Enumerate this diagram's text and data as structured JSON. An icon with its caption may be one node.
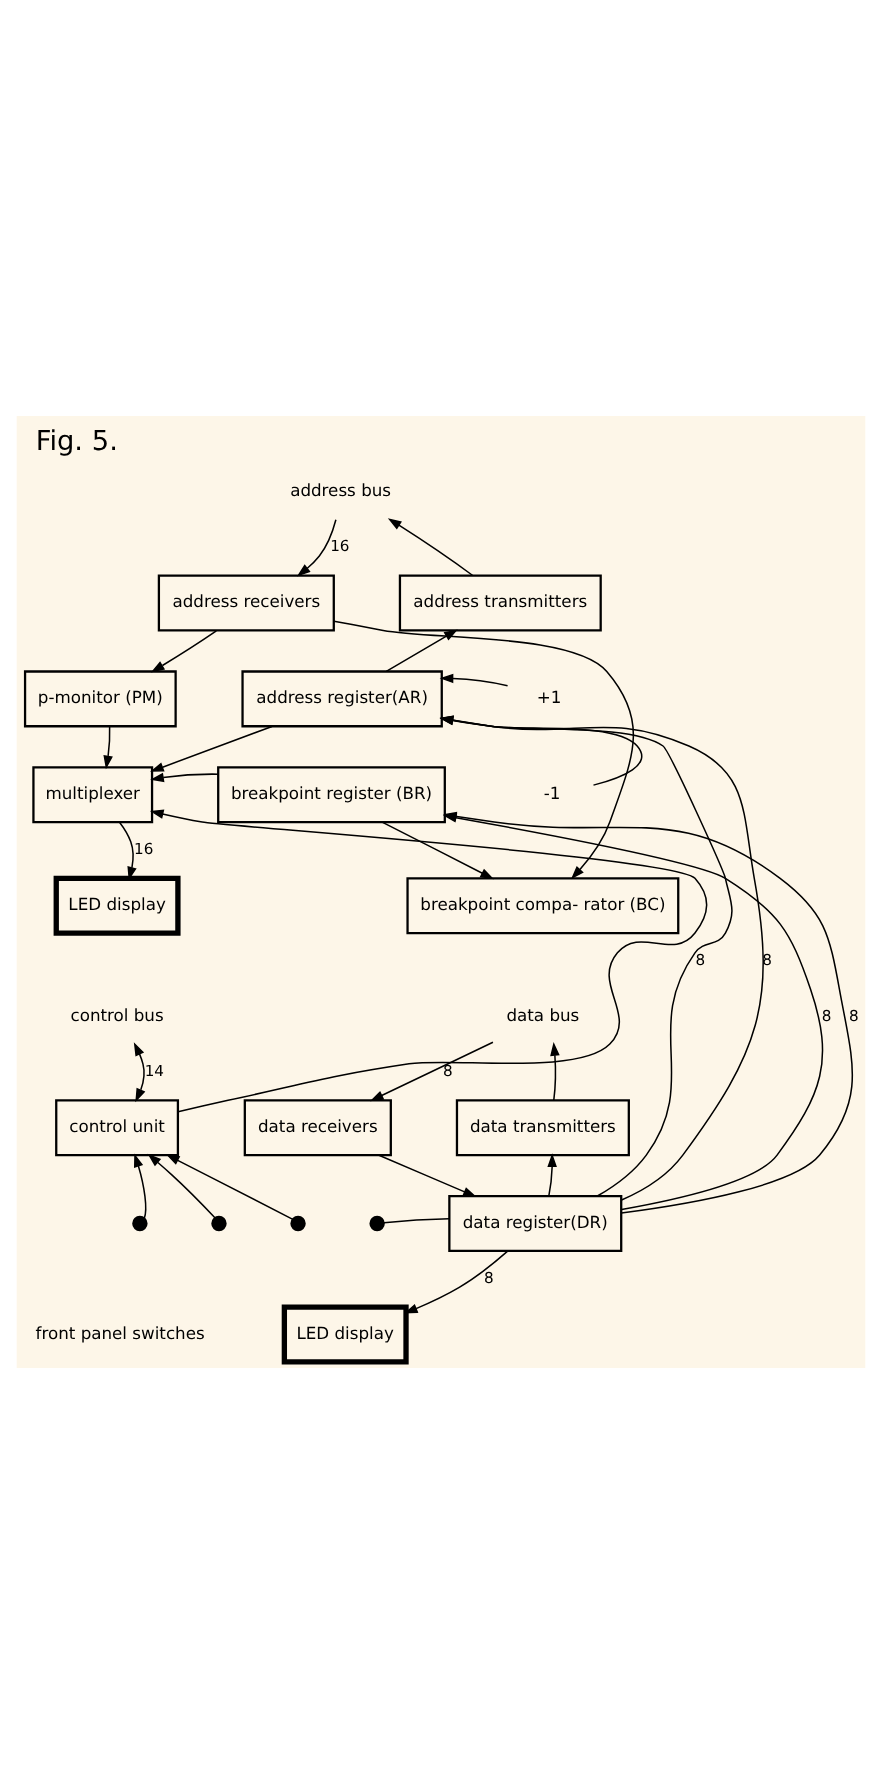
{
  "diagram": {
    "title": "Fig. 5.",
    "nodes": [
      {
        "text": [
          "address bus"
        ]
      },
      {
        "text": [
          "address receivers"
        ]
      },
      {
        "text": [
          "address transmitters"
        ]
      },
      {
        "text": [
          "p-monitor (PM)"
        ]
      },
      {
        "text": [
          "address register(AR)"
        ]
      },
      {
        "text": [
          "+1"
        ]
      },
      {
        "text": [
          "-1"
        ]
      },
      {
        "text": [
          "multiplexer"
        ]
      },
      {
        "text": [
          "breakpoint register (BR)"
        ]
      },
      {
        "text": [
          "LED display"
        ]
      },
      {
        "text": [
          "breakpoint compa- rator (BC)"
        ]
      },
      {
        "text": [
          "control bus"
        ]
      },
      {
        "text": [
          "data bus"
        ]
      },
      {
        "text": [
          "control unit"
        ]
      },
      {
        "text": [
          "data receivers"
        ]
      },
      {
        "text": [
          "data transmitters"
        ]
      },
      {
        "text": [],
        "shape": "cross"
      },
      {
        "text": [],
        "shape": "cross"
      },
      {
        "text": [],
        "shape": "cross"
      },
      {
        "text": [],
        "shape": "cross"
      },
      {
        "text": [
          "data register(DR)"
        ]
      },
      {
        "text": [
          "LED display"
        ]
      }
    ],
    "edges": [
      {
        "from": 0,
        "to": 1,
        "arrow": "to",
        "label": "16"
      },
      {
        "from": 2,
        "to": 0,
        "arrow": "to"
      },
      {
        "from": 1,
        "to": 3,
        "arrow": "to"
      },
      {
        "from": 1,
        "to": 10,
        "arrow": "to"
      },
      {
        "from": 4,
        "to": 2,
        "arrow": "to"
      },
      {
        "from": 5,
        "to": 4,
        "arrow": "to"
      },
      {
        "from": 6,
        "to": 4,
        "arrow": "to"
      },
      {
        "from": 3,
        "to": 7,
        "arrow": "to"
      },
      {
        "from": 4,
        "to": 7,
        "arrow": "to"
      },
      {
        "from": 8,
        "to": 7,
        "arrow": "to"
      },
      {
        "from": 13,
        "to": 7,
        "arrow": "to"
      },
      {
        "from": 20,
        "to": 4,
        "arrow": "to",
        "label": "8"
      },
      {
        "from": 20,
        "to": 4,
        "arrow": "to",
        "label": "8"
      },
      {
        "from": 20,
        "to": 8,
        "arrow": "to",
        "label": "8"
      },
      {
        "from": 20,
        "to": 8,
        "arrow": "to",
        "label": "8"
      },
      {
        "from": 7,
        "to": 9,
        "arrow": "to",
        "label": "16"
      },
      {
        "from": 8,
        "to": 10,
        "arrow": "to"
      },
      {
        "from": 11,
        "to": 13,
        "arrow": "both",
        "label": "14"
      },
      {
        "from": 12,
        "to": 14,
        "arrow": "to",
        "label": "8"
      },
      {
        "from": 15,
        "to": 12,
        "arrow": "to"
      },
      {
        "from": 16,
        "to": 13,
        "arrow": "to"
      },
      {
        "from": 17,
        "to": 13,
        "arrow": "to"
      },
      {
        "from": 18,
        "to": 13,
        "arrow": "to"
      },
      {
        "from": 14,
        "to": 20,
        "arrow": "to"
      },
      {
        "from": 19,
        "to": 20,
        "arrow": "none"
      },
      {
        "from": 20,
        "to": 15,
        "arrow": "to"
      },
      {
        "from": 20,
        "to": 21,
        "arrow": "to",
        "label": "8"
      }
    ],
    "labels": [
      "front panel switches"
    ]
  }
}
